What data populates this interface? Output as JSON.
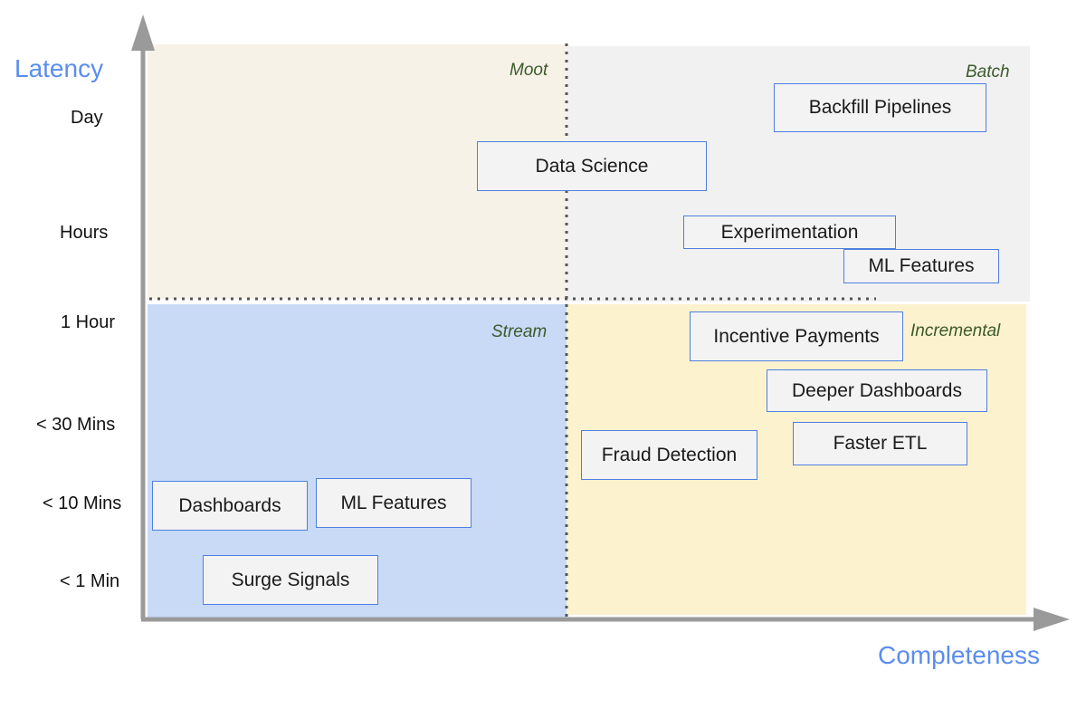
{
  "axes": {
    "y_title": "Latency",
    "x_title": "Completeness",
    "y_ticks": [
      "Day",
      "Hours",
      "1 Hour",
      "< 30 Mins",
      "< 10 Mins",
      "< 1 Min"
    ]
  },
  "quadrants": {
    "moot": "Moot",
    "batch": "Batch",
    "stream": "Stream",
    "incremental": "Incremental"
  },
  "items": {
    "backfill_pipelines": "Backfill Pipelines",
    "data_science": "Data Science",
    "experimentation": "Experimentation",
    "ml_features_batch": "ML Features",
    "incentive_payments": "Incentive Payments",
    "deeper_dashboards": "Deeper Dashboards",
    "faster_etl": "Faster ETL",
    "fraud_detection": "Fraud Detection",
    "dashboards": "Dashboards",
    "ml_features_stream": "ML Features",
    "surge_signals": "Surge Signals"
  },
  "colors": {
    "axis": "#9a9a9a",
    "axis_title": "#5b8def",
    "box_border": "#4f7fe0",
    "moot_bg": "#f6f2e8",
    "batch_bg": "#f1f1f1",
    "stream_bg": "#c9daf7",
    "incremental_bg": "#fdf2ce"
  }
}
